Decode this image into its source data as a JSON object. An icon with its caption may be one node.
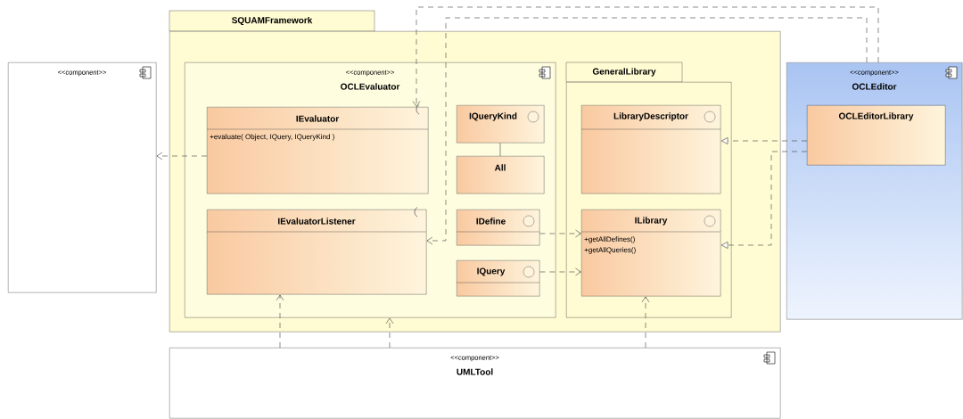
{
  "diagram": {
    "nodes": [
      {
        "text": [
          "<<component>>"
        ]
      },
      {
        "text": [
          "SQUAMFramework"
        ]
      },
      {
        "text": [
          "<<component>>",
          "OCLEvaluator"
        ],
        "in": 1
      },
      {
        "text": [
          "IEvaluator",
          "+evaluate( Object, IQuery, IQueryKind )"
        ],
        "in": 2
      },
      {
        "text": [
          "IQueryKind"
        ],
        "in": 2
      },
      {
        "text": [
          "All"
        ],
        "in": 2
      },
      {
        "text": [
          "IEvaluatorListener"
        ],
        "in": 2
      },
      {
        "text": [
          "IDefine"
        ],
        "in": 2
      },
      {
        "text": [
          "IQuery"
        ],
        "in": 2
      },
      {
        "text": [
          "GeneralLibrary"
        ],
        "in": 1
      },
      {
        "text": [
          "LibraryDescriptor"
        ],
        "in": 9
      },
      {
        "text": [
          "ILibrary",
          "+getAllDefines()",
          "+getAllQueries()"
        ],
        "in": 9
      },
      {
        "text": [
          "<<component>>",
          "OCLEditor"
        ]
      },
      {
        "text": [
          "OCLEditorLibrary"
        ],
        "in": 12
      },
      {
        "text": [
          "<<component>>",
          "UMLTool"
        ]
      }
    ],
    "edges": [
      {
        "from": 3,
        "to": 0,
        "arrow": "to",
        "style": "dashed"
      },
      {
        "from": 12,
        "to": 3,
        "arrow": "to",
        "style": "dashed"
      },
      {
        "from": 12,
        "to": 6,
        "arrow": "to",
        "style": "dashed"
      },
      {
        "from": 13,
        "to": 10,
        "arrow": "to",
        "style": "dashed"
      },
      {
        "from": 13,
        "to": 11,
        "arrow": "to",
        "style": "dashed"
      },
      {
        "from": 7,
        "to": 11,
        "arrow": "to",
        "style": "dashed"
      },
      {
        "from": 8,
        "to": 11,
        "arrow": "to",
        "style": "dashed"
      },
      {
        "from": 4,
        "to": 5,
        "arrow": "none"
      },
      {
        "from": 14,
        "to": 6,
        "arrow": "to",
        "style": "dashed"
      },
      {
        "from": 14,
        "to": 2,
        "arrow": "to",
        "style": "dashed"
      },
      {
        "from": 14,
        "to": 11,
        "arrow": "to",
        "style": "dashed"
      }
    ]
  }
}
